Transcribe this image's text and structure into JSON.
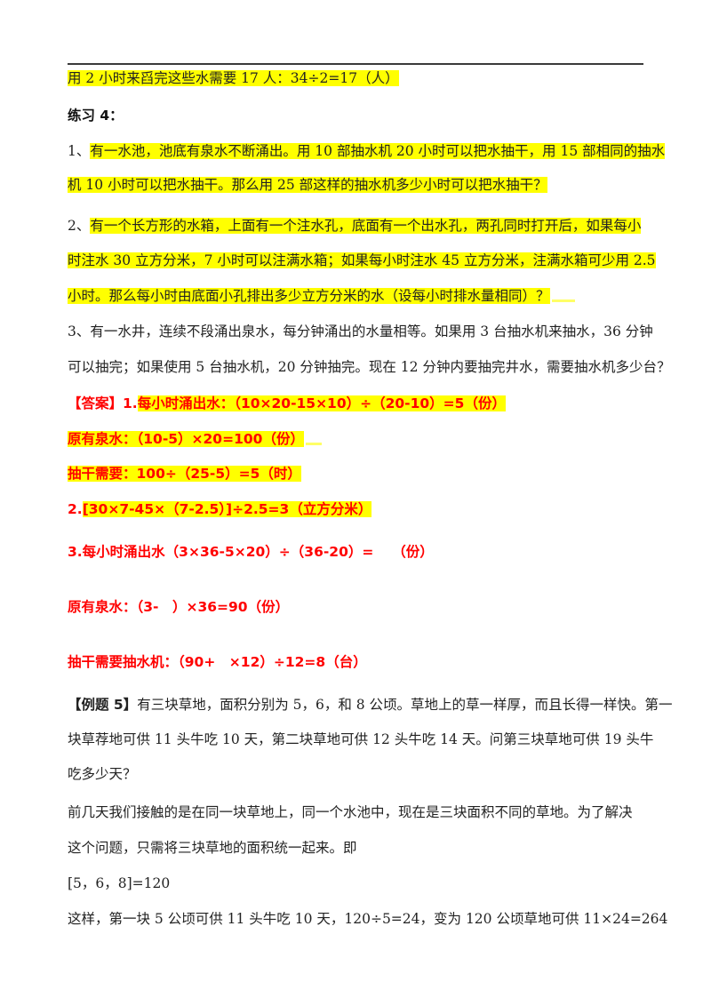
{
  "document": {
    "line_prev_answer": "用 2 小时来舀完这些水需要 17 人：34÷2=17（人）",
    "exercise_title": "练习 4：",
    "q1": {
      "num": "1、",
      "line1": "有一水池，池底有泉水不断涌出。用 10 部抽水机 20 小时可以把水抽干，用 15 部相同的抽水",
      "line2": "机 10 小时可以把水抽干。那么用 25 部这样的抽水机多少小时可以把水抽干？"
    },
    "q2": {
      "num": "2、",
      "line1": "有一个长方形的水箱，上面有一个注水孔，底面有一个出水孔，两孔同时打开后，如果每小",
      "line2": "时注水 30 立方分米，7 小时可以注满水箱；如果每小时注水 45 立方分米，注满水箱可少用 2.5",
      "line3": "小时。那么每小时由底面小孔排出多少立方分米的水（设每小时排水量相同）？"
    },
    "q3": {
      "line1": "3、有一水井，连续不段涌出泉水，每分钟涌出的水量相等。如果用 3 台抽水机来抽水，36 分钟",
      "line2": "可以抽完；如果使用 5 台抽水机，20 分钟抽完。现在 12 分钟内要抽完井水，需要抽水机多少台？"
    },
    "answer": {
      "label": "【答案】1.",
      "a1_line1": "每小时涌出水：（10×20-15×10）÷（20-10）=5（份）",
      "a1_line2": "原有泉水：（10-5）×20=100（份）",
      "a1_line3": "抽干需要：100÷（25-5）=5（时）",
      "a2_num": "2.",
      "a2_line": "[30×7-45×（7-2.5）]÷2.5=3（立方分米）",
      "a3_line1": "3.每小时涌出水（3×36-5×20）÷（36-20）=　 （份）",
      "a3_line2": "原有泉水：（3-　）×36=90（份）",
      "a3_line3": "抽干需要抽水机：（90+　×12）÷12=8（台）"
    },
    "example5": {
      "label": "【例题 5】",
      "line1": "有三块草地，面积分别为 5，6，和 8 公顷。草地上的草一样厚，而且长得一样快。第一",
      "line2": "块草荐地可供 11 头牛吃 10 天，第二块草地可供 12 头牛吃 14 天。问第三块草地可供 19 头牛",
      "line3": "吃多少天？"
    },
    "explanation": {
      "line1": "前几天我们接触的是在同一块草地上，同一个水池中，现在是三块面积不同的草地。为了解决",
      "line2": "这个问题，只需将三块草地的面积统一起来。即",
      "line3": "[5，6，8]=120",
      "line4": "这样，第一块 5 公顷可供 11 头牛吃 10 天，120÷5=24，变为 120 公顷草地可供 11×24=264"
    },
    "colors": {
      "highlight": "#ffff00",
      "answer_red": "#ff0000",
      "text": "#222222"
    }
  }
}
